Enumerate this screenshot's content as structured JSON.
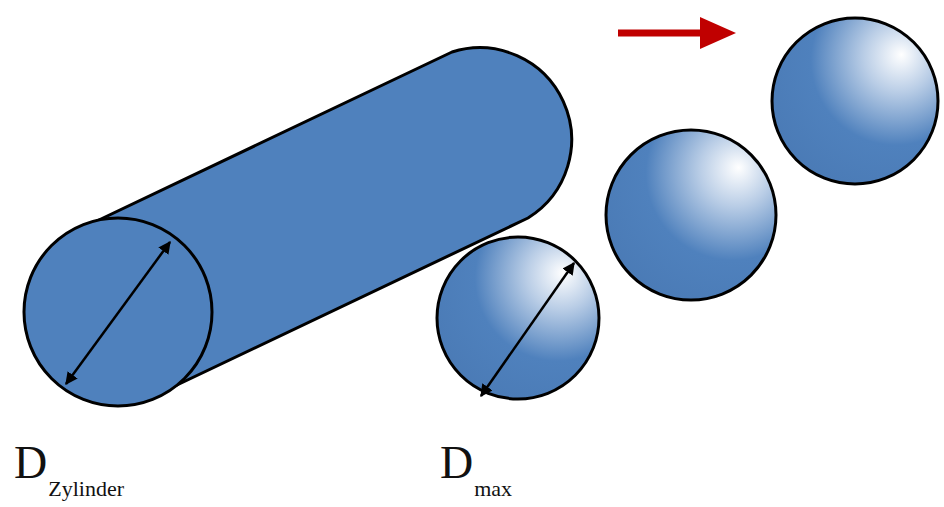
{
  "diagram": {
    "labels": [
      "D",
      "Zylinder",
      "D",
      "max"
    ]
  }
}
